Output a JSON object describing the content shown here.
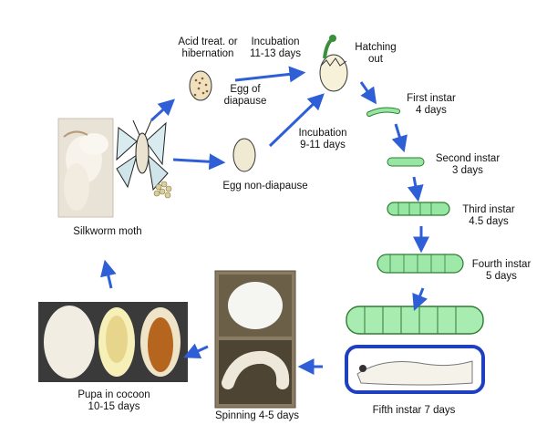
{
  "colors": {
    "arrow": "#2f5fd6",
    "larva_light": "#bff2c4",
    "larva_body": "#98e6a3",
    "larva_outline": "#2e7d32",
    "egg": "#efe6c6",
    "egg_spots": "#8b5a2b",
    "fifth_border": "#1e3fbf",
    "cocoon": "#f3f0e6",
    "pupa": "#b5651d"
  },
  "labels": {
    "acid": [
      "Acid treat. or",
      "hibernation"
    ],
    "incub_diapause": [
      "Incubation",
      "11-13 days"
    ],
    "hatching": [
      "Hatching",
      "out"
    ],
    "egg_diapause": [
      "Egg of",
      "diapause"
    ],
    "incub_nondiapause": [
      "Incubation",
      "9-11 days"
    ],
    "egg_nondiapause": [
      "Egg non-diapause"
    ],
    "first_instar": [
      "First instar",
      "4 days"
    ],
    "second_instar": [
      "Second instar",
      "3 days"
    ],
    "third_instar": [
      "Third instar",
      "4.5 days"
    ],
    "fourth_instar": [
      "Fourth instar",
      "5 days"
    ],
    "fifth_instar": [
      "Fifth instar 7 days"
    ],
    "spinning": [
      "Spinning 4-5 days"
    ],
    "pupa": [
      "Pupa in cocoon",
      "10-15 days"
    ],
    "moth": [
      "Silkworm moth"
    ]
  },
  "icons": {
    "moth": "silkworm-moth-icon",
    "egg": "egg-icon",
    "larva": "silkworm-larva-icon",
    "cocoon": "cocoon-icon"
  }
}
